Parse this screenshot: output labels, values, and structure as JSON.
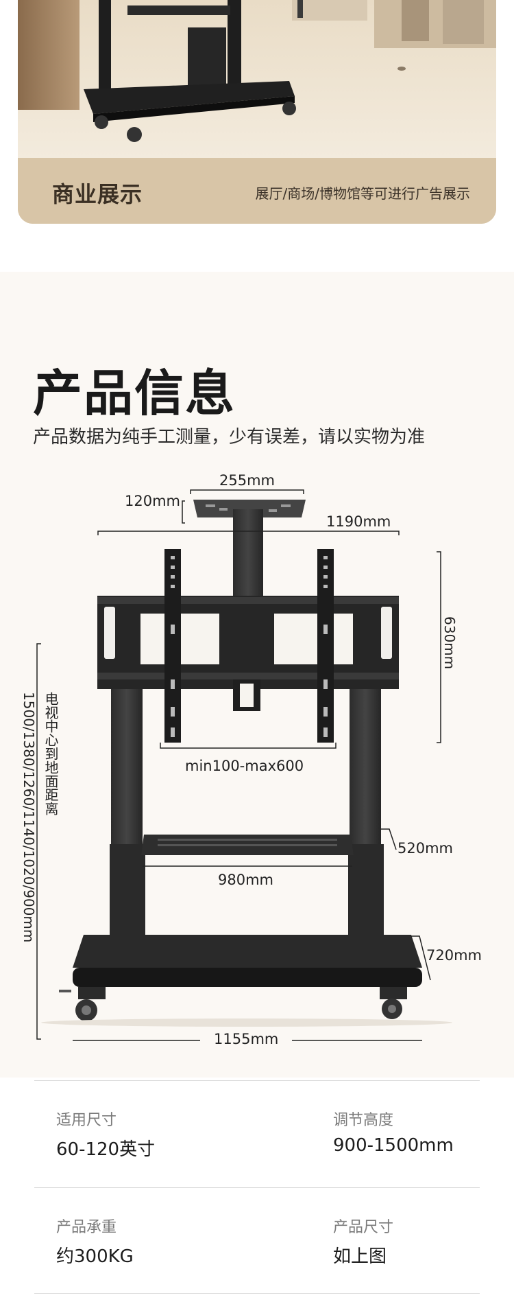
{
  "banner": {
    "title": "商业展示",
    "description": "展厅/商场/博物馆等可进行广告展示"
  },
  "info": {
    "title": "产品信息",
    "subtitle": "产品数据为纯手工测量，少有误差，请以实物为准"
  },
  "dimensions": {
    "mount_width": "255mm",
    "mount_depth": "120mm",
    "bracket_width": "1190mm",
    "bracket_height": "630mm",
    "height_label": "电视中心到地面距离",
    "height_values": "1500/1380/1260/1140/1020/900mm",
    "vesa_range": "min100-max600",
    "shelf_depth": "520mm",
    "shelf_width": "980mm",
    "base_depth": "720mm",
    "base_width": "1155mm"
  },
  "specs": [
    {
      "label": "适用尺寸",
      "value": "60-120英寸"
    },
    {
      "label": "调节高度",
      "value": "900-1500mm"
    },
    {
      "label": "产品承重",
      "value": "约300KG"
    },
    {
      "label": "产品尺寸",
      "value": "如上图"
    }
  ]
}
